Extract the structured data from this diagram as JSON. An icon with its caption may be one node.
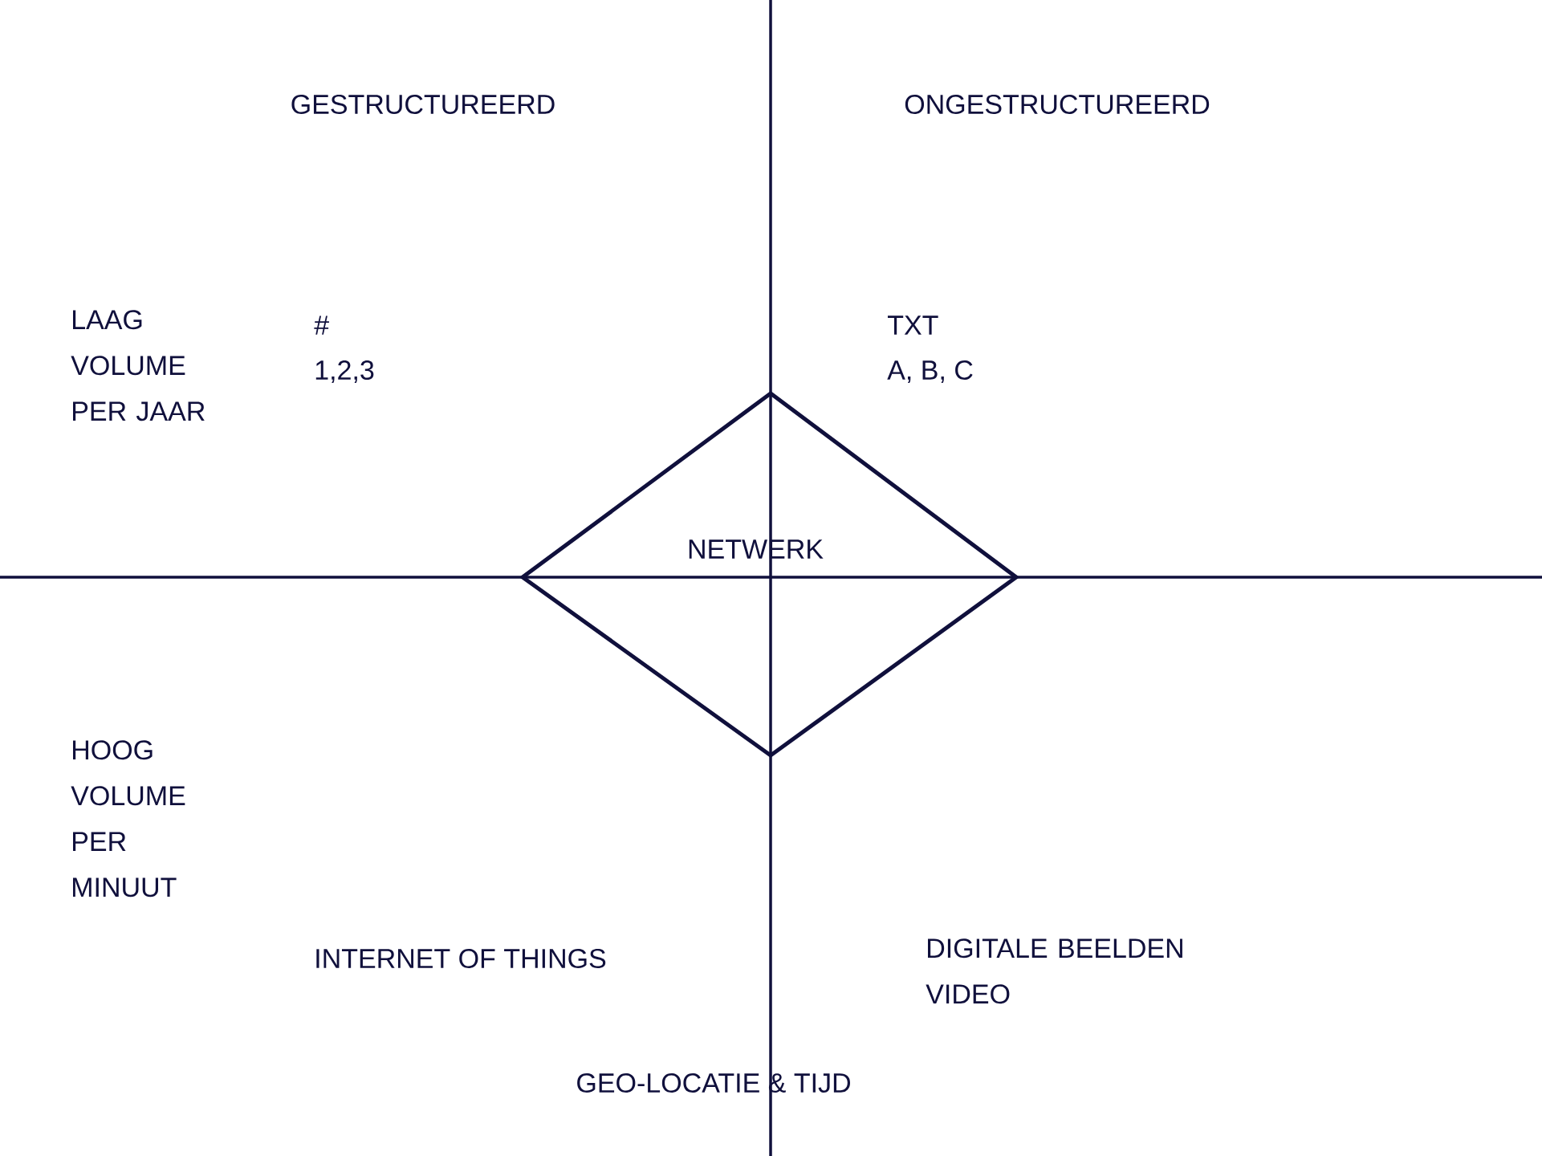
{
  "diagram": {
    "nodes": [
      {
        "text": [
          "NETWERK"
        ]
      }
    ],
    "edges": [],
    "labels": [
      "GESTRUCTUREERD",
      "ONGESTRUCTUREERD",
      "LAAG VOLUME PER JAAR",
      "#",
      "1,2,3",
      "TXT",
      "A, B, C",
      "HOOG VOLUME PER MINUUT",
      "INTERNET OF THINGS",
      "DIGITALE BEELDEN VIDEO",
      "GEO-LOCATIE & TIJD"
    ]
  }
}
